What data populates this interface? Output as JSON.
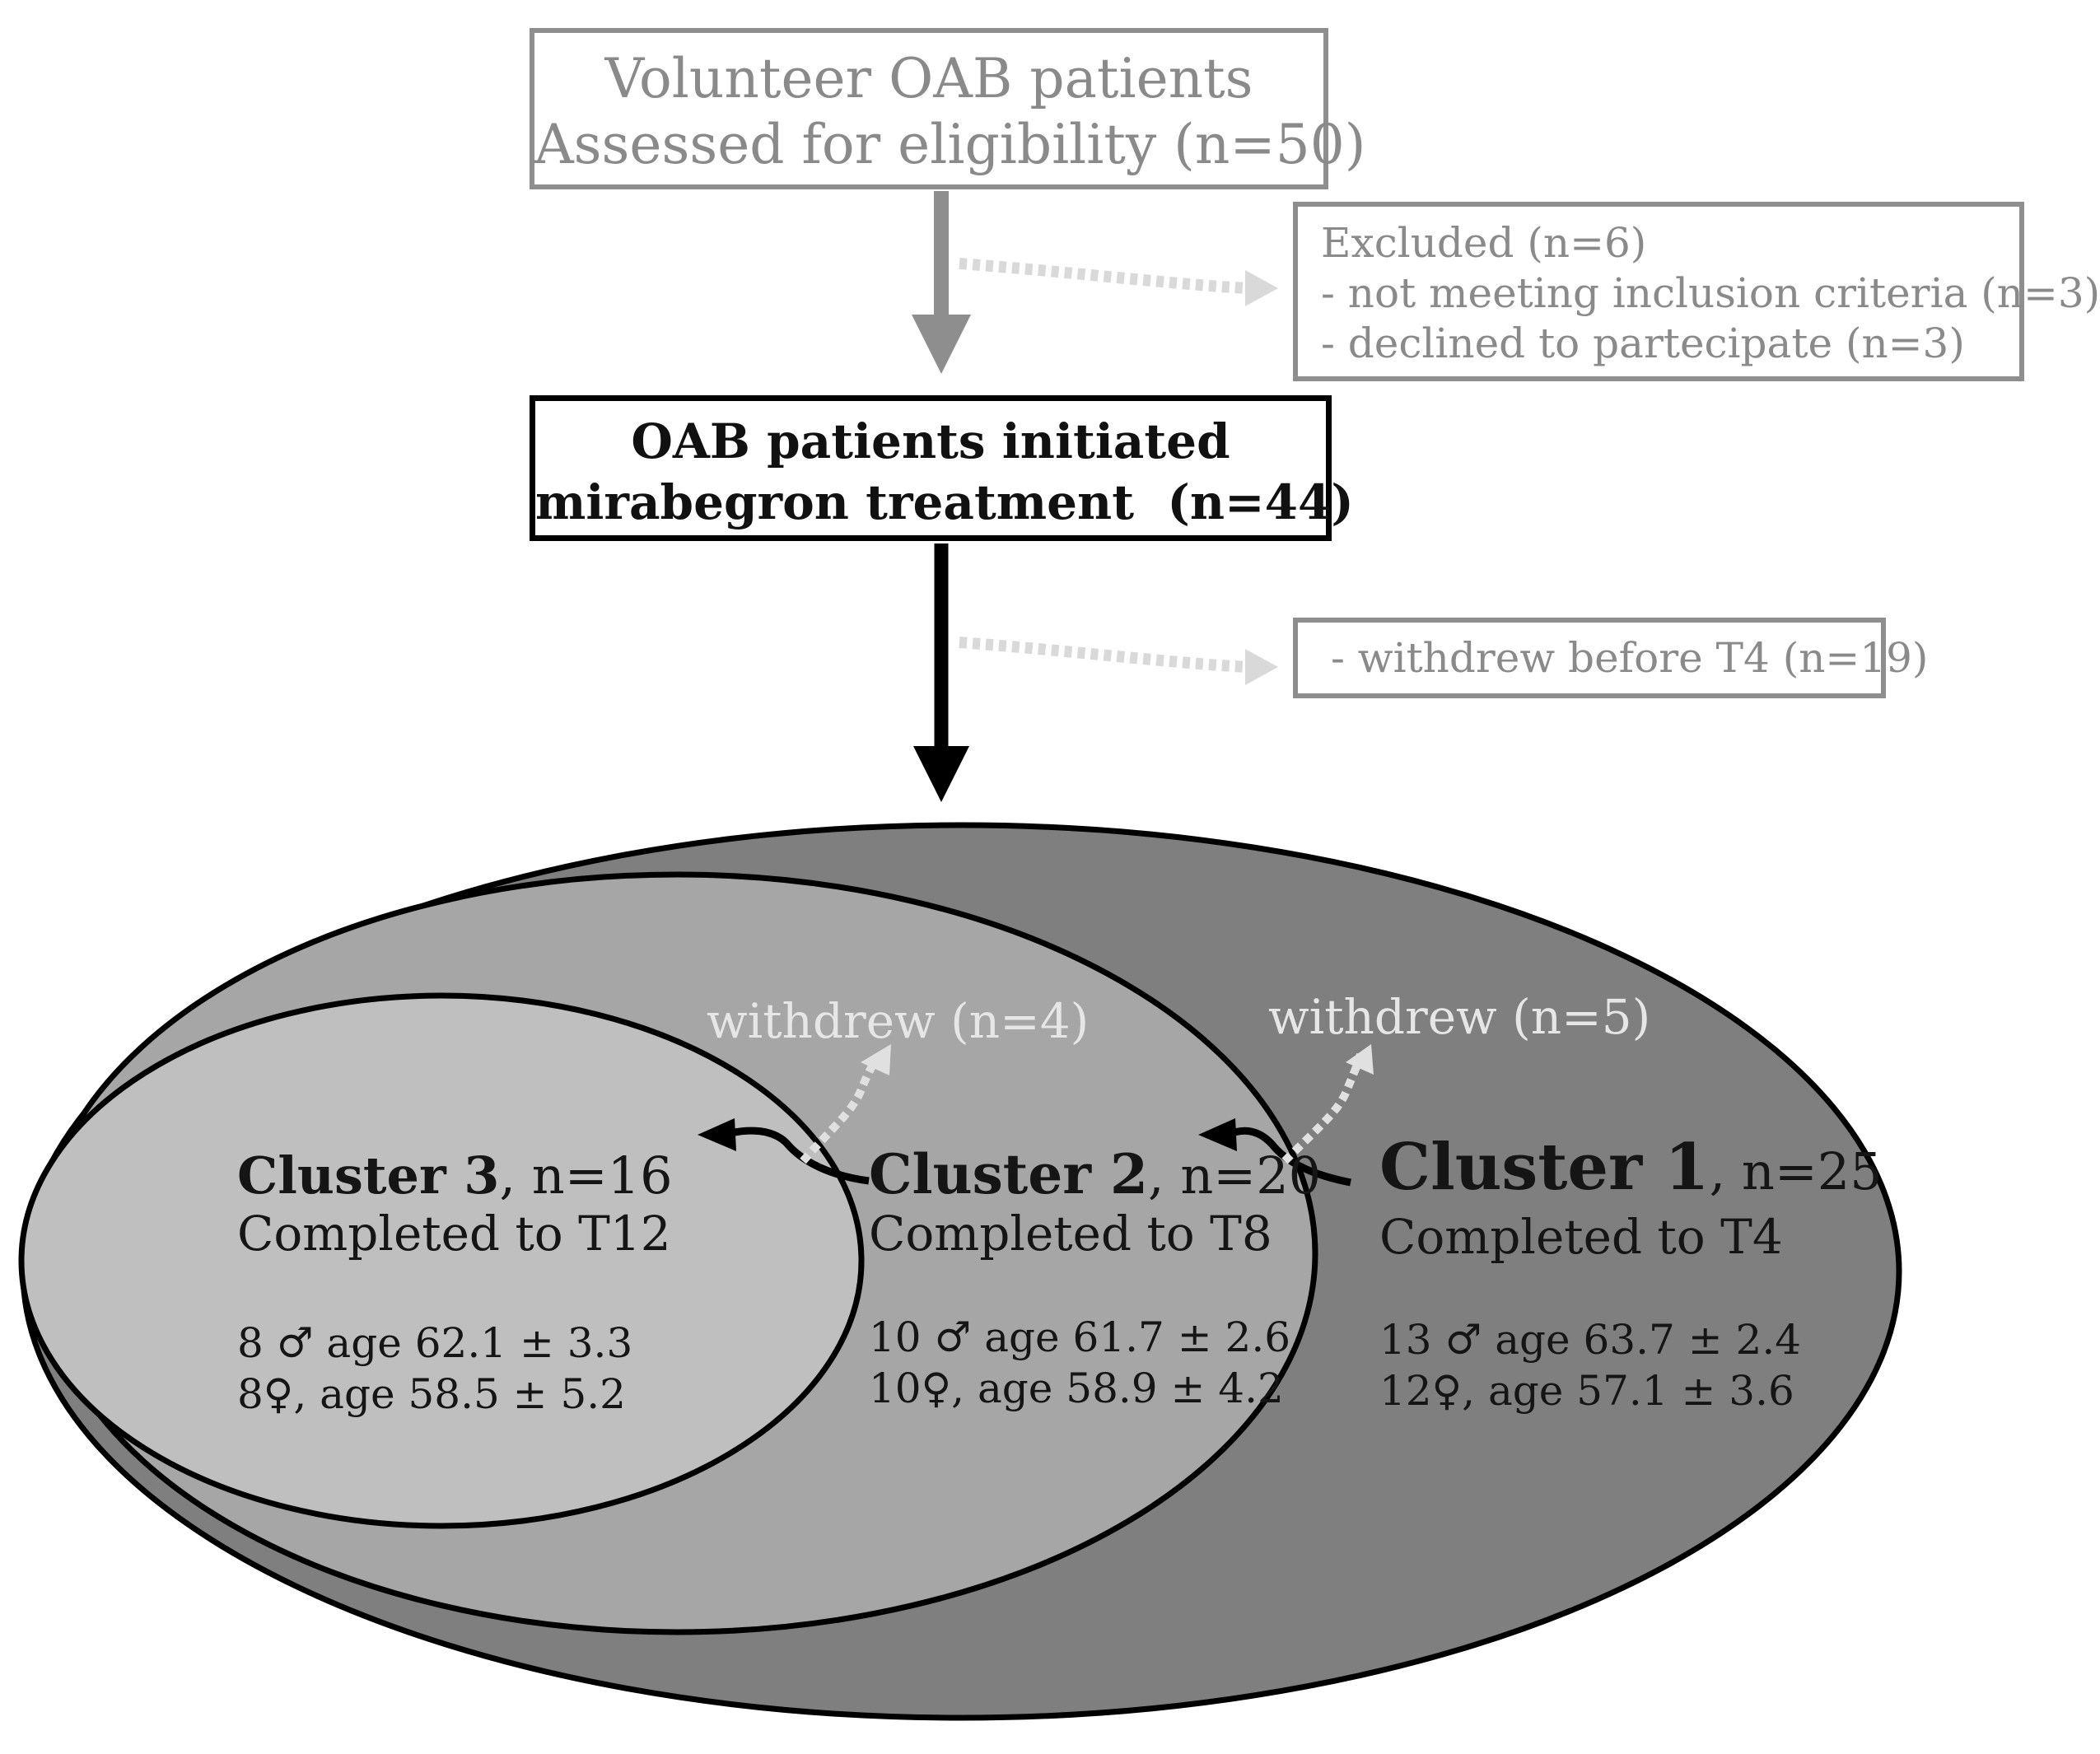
{
  "top_box": {
    "line1": "Volunteer OAB patients",
    "line2": "Assessed for eligibility (n=50)"
  },
  "excluded_box": {
    "line1": "Excluded (n=6)",
    "line2": "- not meeting inclusion criteria (n=3)",
    "line3": "- declined to partecipate (n=3)"
  },
  "initiated_box": {
    "line1": "OAB patients initiated",
    "line2": "mirabegron treatment  (n=44)"
  },
  "withdrew_box": {
    "text": "- withdrew before T4 (n=19)"
  },
  "clusters": {
    "c1": {
      "name": "Cluster 1",
      "n": ", n=25",
      "completed": "Completed to T4",
      "male": "13 ♂ age 63.7 ± 2.4",
      "female": "12♀, age 57.1 ± 3.6",
      "withdrew": "withdrew (n=5)"
    },
    "c2": {
      "name": "Cluster 2",
      "n": ", n=20",
      "completed": "Completed to T8",
      "male": "10 ♂ age 61.7 ± 2.6",
      "female": "10♀, age 58.9 ± 4.2",
      "withdrew": "withdrew (n=4)"
    },
    "c3": {
      "name": "Cluster 3",
      "n": ", n=16",
      "completed": "Completed to T12",
      "male": "8 ♂ age 62.1 ± 3.3",
      "female": "8♀, age 58.5 ± 5.2"
    }
  },
  "colors": {
    "outer_ellipse": "#7f7f7f",
    "middle_ellipse": "#a6a6a6",
    "inner_ellipse": "#bfbfbf",
    "gray_box_border": "#8e8e8e",
    "gray_text": "#8a8a8a",
    "dotted_arrow": "#d9d9d9"
  }
}
